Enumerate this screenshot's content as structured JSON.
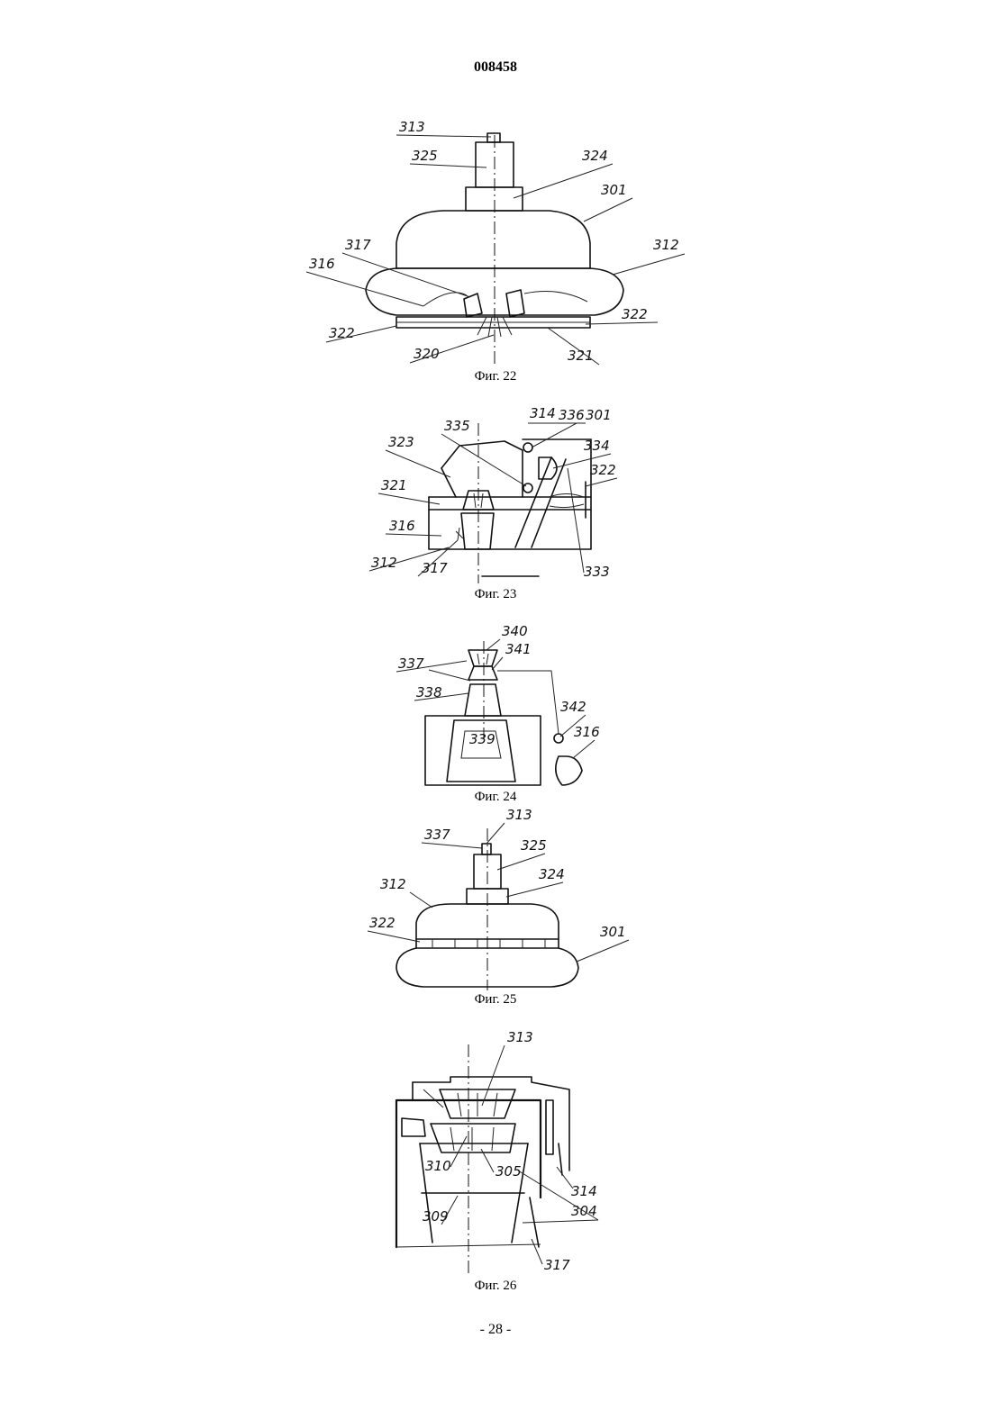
{
  "header": {
    "doc_number": "008458"
  },
  "footer": {
    "page_number": "- 28 -"
  },
  "figures": [
    {
      "caption": "Фиг. 22",
      "labels": {
        "l313": "313",
        "l325": "325",
        "l324": "324",
        "l301": "301",
        "l317": "317",
        "l312": "312",
        "l316": "316",
        "l322a": "322",
        "l322b": "322",
        "l320": "320",
        "l321": "321"
      }
    },
    {
      "caption": "Фиг. 23",
      "labels": {
        "l314": "314",
        "l336": "336",
        "l301": "301",
        "l335": "335",
        "l323": "323",
        "l334": "334",
        "l322": "322",
        "l321": "321",
        "l316": "316",
        "l312": "312",
        "l317": "317",
        "l333": "333"
      }
    },
    {
      "caption": "Фиг. 24",
      "labels": {
        "l340": "340",
        "l341": "341",
        "l337": "337",
        "l338": "338",
        "l342": "342",
        "l316": "316",
        "l339": "339"
      }
    },
    {
      "caption": "Фиг. 25",
      "labels": {
        "l313": "313",
        "l337": "337",
        "l325": "325",
        "l324": "324",
        "l312": "312",
        "l322": "322",
        "l301": "301"
      }
    },
    {
      "caption": "Фиг. 26",
      "labels": {
        "l313": "313",
        "l310": "310",
        "l305": "305",
        "l314": "314",
        "l304": "304",
        "l309": "309",
        "l317": "317"
      }
    }
  ]
}
